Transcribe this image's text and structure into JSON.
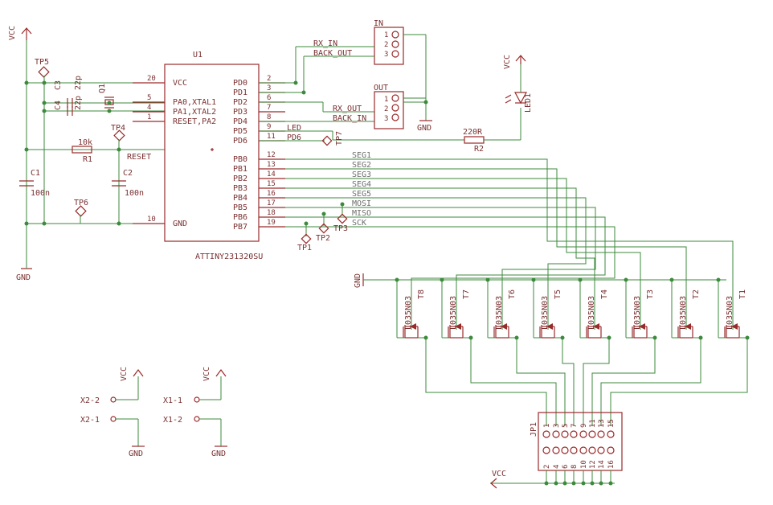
{
  "chip": {
    "ref": "U1",
    "value": "ATTINY231320SU",
    "left_pins": [
      {
        "num": "20",
        "name": "VCC"
      },
      {
        "num": "5",
        "name": "PA0,XTAL1"
      },
      {
        "num": "4",
        "name": "PA1,XTAL2"
      },
      {
        "num": "1",
        "name": "RESET,PA2"
      },
      {
        "num": "10",
        "name": "GND"
      }
    ],
    "right_pins": [
      {
        "num": "2",
        "name": "PD0"
      },
      {
        "num": "3",
        "name": "PD1"
      },
      {
        "num": "6",
        "name": "PD2"
      },
      {
        "num": "7",
        "name": "PD3"
      },
      {
        "num": "8",
        "name": "PD4"
      },
      {
        "num": "9",
        "name": "PD5"
      },
      {
        "num": "11",
        "name": "PD6"
      },
      {
        "num": "12",
        "name": "PB0"
      },
      {
        "num": "13",
        "name": "PB1"
      },
      {
        "num": "14",
        "name": "PB2"
      },
      {
        "num": "15",
        "name": "PB3"
      },
      {
        "num": "16",
        "name": "PB4"
      },
      {
        "num": "17",
        "name": "PB5"
      },
      {
        "num": "18",
        "name": "PB6"
      },
      {
        "num": "19",
        "name": "PB7"
      }
    ]
  },
  "nets": {
    "vcc": "VCC",
    "gnd": "GND",
    "rx_in": "RX_IN",
    "back_out_1": "BACK_OUT",
    "rx_out": "RX_OUT",
    "back_in": "BACK_IN",
    "led": "LED",
    "pd6": "PD6",
    "reset": "RESET",
    "segments": [
      "SEG1",
      "SEG2",
      "SEG3",
      "SEG4",
      "SEG5"
    ],
    "mosi": "MOSI",
    "miso": "MISO",
    "sck": "SCK"
  },
  "connectors": {
    "in_title": "IN",
    "out_title": "OUT",
    "pins": [
      "1",
      "2",
      "3"
    ],
    "jp1": "JP1",
    "jp1_top": [
      "1",
      "3",
      "5",
      "7",
      "9",
      "11",
      "13",
      "15"
    ],
    "jp1_bottom": [
      "2",
      "4",
      "6",
      "8",
      "10",
      "12",
      "14",
      "16"
    ]
  },
  "parts": {
    "c3": "C3",
    "c3_val": "22p",
    "c4": "C4",
    "c4_val": "22p",
    "q1": "Q1",
    "r1": "R1",
    "r1_val": "10k",
    "r2": "R2",
    "r2_val": "220R",
    "c1": "C1",
    "c1_val": "100n",
    "c2": "C2",
    "c2_val": "100n",
    "led1": "LED1"
  },
  "test_points": [
    "TP5",
    "TP4",
    "TP6",
    "TP7",
    "TP1",
    "TP2",
    "TP3"
  ],
  "transistors": {
    "value": "L035N03",
    "refs": [
      "T8",
      "T7",
      "T6",
      "T5",
      "T4",
      "T3",
      "T2",
      "T1"
    ]
  },
  "pads": [
    "X2-2",
    "X2-1",
    "X1-1",
    "X1-2"
  ],
  "colors": {
    "wire": "#3c8a3c",
    "part": "#9a2a2a",
    "text": "#7a3030",
    "net_label": "#6e6e6e"
  }
}
